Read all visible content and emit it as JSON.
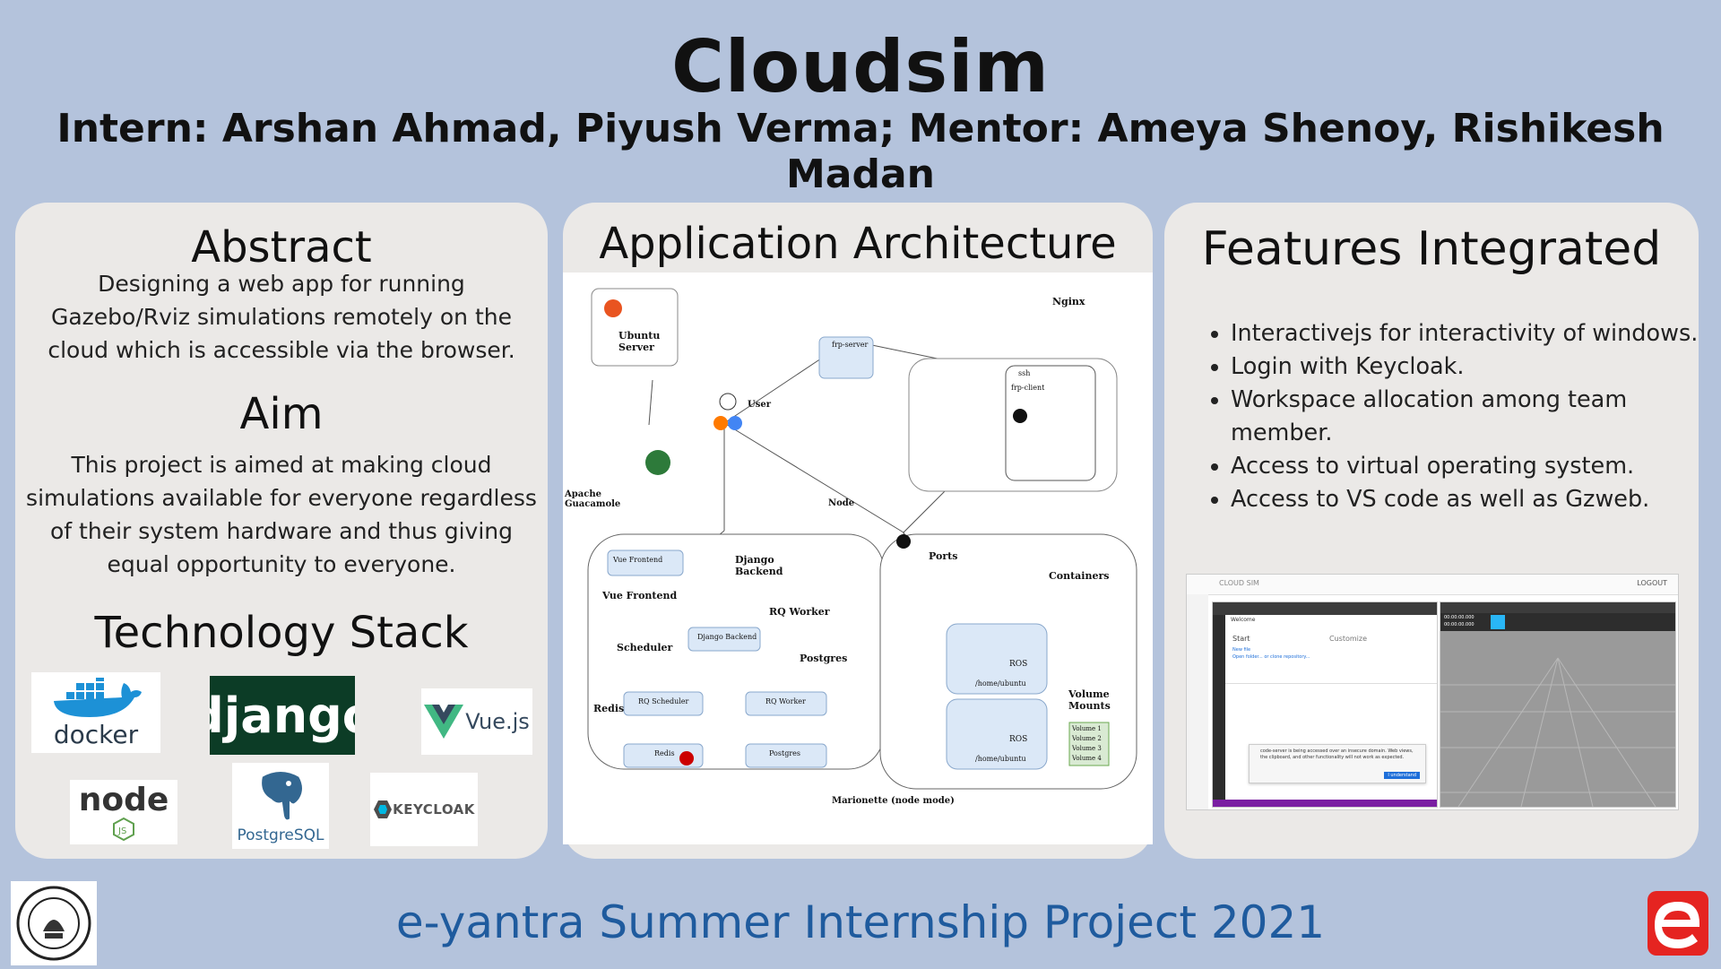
{
  "header": {
    "title": "Cloudsim",
    "subtitle": "Intern: Arshan Ahmad, Piyush Verma; Mentor: Ameya Shenoy, Rishikesh Madan"
  },
  "left": {
    "abstract_heading": "Abstract",
    "abstract_text": "Designing a web app for running Gazebo/Rviz simulations remotely on the cloud which is accessible via the browser.",
    "aim_heading": "Aim",
    "aim_text": "This project is aimed at making cloud simulations available for everyone regardless of their system hardware and thus giving equal opportunity to everyone.",
    "stack_heading": "Technology Stack",
    "logos": {
      "docker": "docker",
      "django": "django",
      "vue": "Vue.js",
      "node": "node",
      "postgres": "PostgreSQL",
      "keycloak": "KEYCLOAK"
    }
  },
  "middle": {
    "heading": "Application Architecture",
    "diagram": {
      "ubuntu_server": "Ubuntu Server",
      "user": "User",
      "frp_server": "frp-server",
      "ssh": "ssh",
      "frp_client": "frp-client",
      "nginx": "Nginx",
      "apache": "Apache Guacamole",
      "node": "Node",
      "vue_frontend": "Vue Frontend",
      "django_backend": "Django Backend",
      "rq_worker": "RQ Worker",
      "scheduler": "Scheduler",
      "postgres": "Postgres",
      "redis": "Redis",
      "ports": "Ports",
      "containers": "Containers",
      "volume_mounts": "Volume Mounts",
      "home_ubuntu": "/home/ubuntu",
      "volumes": [
        "Volume 1",
        "Volume 2",
        "Volume 3",
        "Volume 4"
      ],
      "marionette": "Marionette (node mode)",
      "ros": "ROS",
      "rq_scheduler": "RQ Scheduler",
      "rq_worker_box": "RQ Worker",
      "django_box": "Django Backend",
      "redis_box": "Redis",
      "postgres_box": "Postgres",
      "vue_box": "Vue Frontend"
    }
  },
  "right": {
    "heading": "Features Integrated",
    "features": [
      "Interactivejs for interactivity of windows.",
      "Login with Keycloak.",
      "Workspace allocation among team member.",
      "Access to virtual operating system.",
      "Access to VS code as well as Gzweb."
    ],
    "screenshot": {
      "app": "CLOUD SIM",
      "logout": "LOGOUT",
      "tab": "Welcome",
      "start": "Start",
      "customize": "Customize",
      "new_file": "New file",
      "open_folder": "Open folder... or clone repository...",
      "notice": "code-server is being accessed over an insecure domain. Web views, the clipboard, and other functionality will not work as expected.",
      "understand": "I understand",
      "timer1": "00:00:00.000",
      "timer2": "00:00:00.000"
    }
  },
  "footer": {
    "text": "e-yantra Summer Internship Project 2021"
  },
  "colors": {
    "background": "#b4c3dc",
    "panel": "#ebe9e7",
    "footer_text": "#1f5b9e",
    "django_green": "#0c3c26",
    "eyantra_red": "#e52421"
  }
}
